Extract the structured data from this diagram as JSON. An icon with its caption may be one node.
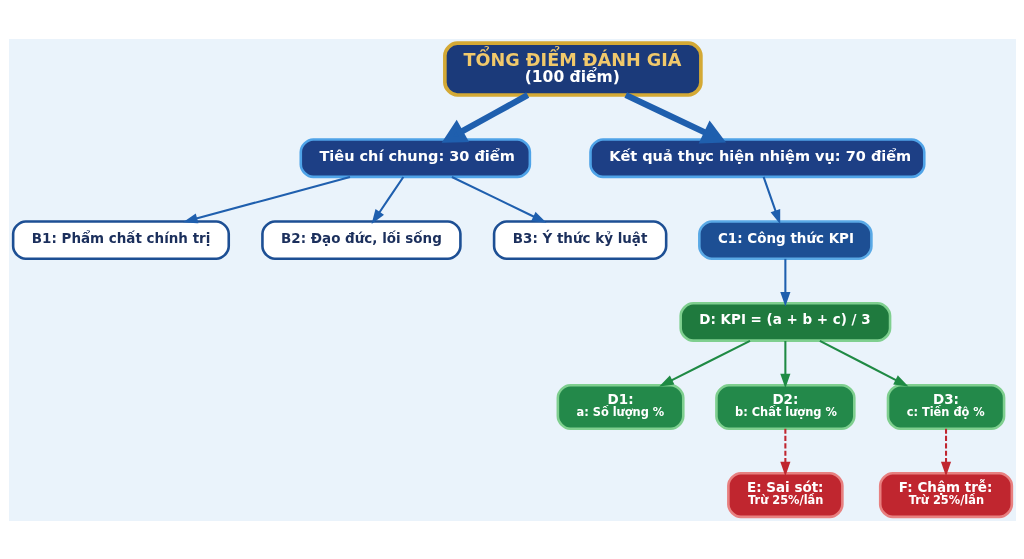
{
  "diagram": {
    "nodes": [
      {
        "text": [
          "TỔNG ĐIỂM ĐÁNH GIÁ",
          "(100 điểm)"
        ]
      },
      {
        "text": [
          "Tiêu chí chung: 30 điểm"
        ]
      },
      {
        "text": [
          "Kết quả thực hiện nhiệm vụ: 70 điểm"
        ]
      },
      {
        "text": [
          "B1: Phẩm chất chính trị"
        ]
      },
      {
        "text": [
          "B2: Đạo đức, lối sống"
        ]
      },
      {
        "text": [
          "B3: Ý thức kỷ luật"
        ]
      },
      {
        "text": [
          "C1: Công thức KPI"
        ]
      },
      {
        "text": [
          "D: KPI = (a + b + c) / 3"
        ]
      },
      {
        "text": [
          "D1:",
          "a: Số lượng %"
        ]
      },
      {
        "text": [
          "D2:",
          "b: Chất lượng %"
        ]
      },
      {
        "text": [
          "D3:",
          "c: Tiến độ %"
        ]
      },
      {
        "text": [
          "E: Sai sót:",
          "Trừ 25%/lần"
        ]
      },
      {
        "text": [
          "F: Chậm trễ:",
          "Trừ 25%/lần"
        ]
      }
    ],
    "edges": [
      {
        "from": 0,
        "to": 1,
        "arrow": "to",
        "style": "thick"
      },
      {
        "from": 0,
        "to": 2,
        "arrow": "to",
        "style": "thick"
      },
      {
        "from": 1,
        "to": 3,
        "arrow": "to"
      },
      {
        "from": 1,
        "to": 4,
        "arrow": "to"
      },
      {
        "from": 1,
        "to": 5,
        "arrow": "to"
      },
      {
        "from": 2,
        "to": 6,
        "arrow": "to"
      },
      {
        "from": 6,
        "to": 7,
        "arrow": "to"
      },
      {
        "from": 7,
        "to": 8,
        "arrow": "to",
        "color": "#1f8a44"
      },
      {
        "from": 7,
        "to": 9,
        "arrow": "to",
        "color": "#1f8a44"
      },
      {
        "from": 7,
        "to": 10,
        "arrow": "to",
        "color": "#1f8a44"
      },
      {
        "from": 9,
        "to": 11,
        "arrow": "to",
        "style": "dashed",
        "color": "#c0262f"
      },
      {
        "from": 10,
        "to": 12,
        "arrow": "to",
        "style": "dashed",
        "color": "#c0262f"
      }
    ]
  }
}
